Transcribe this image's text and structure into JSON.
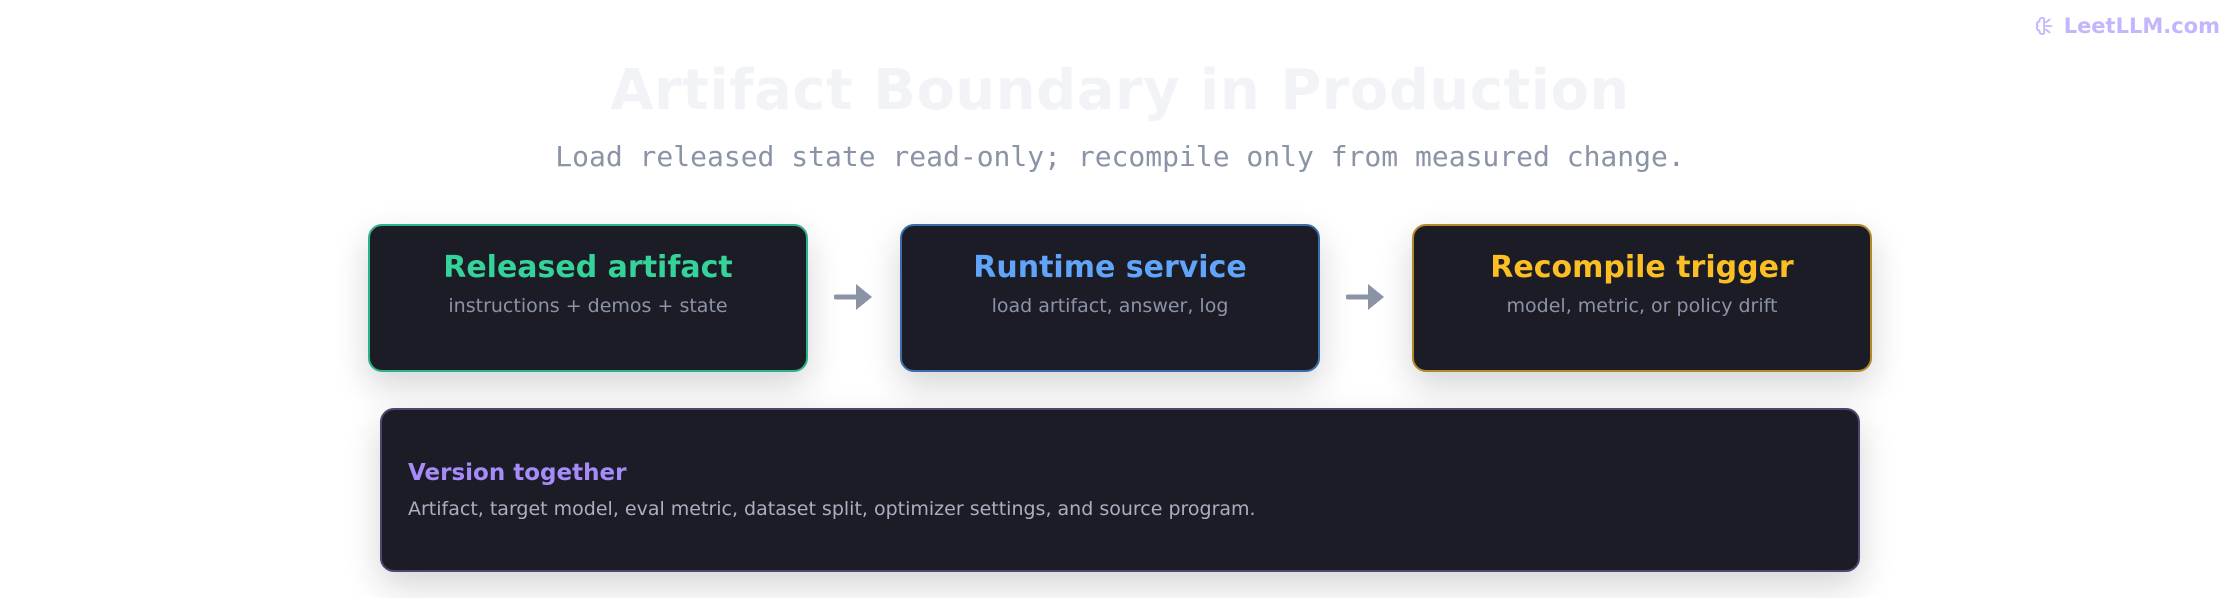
{
  "brand": {
    "name": "LeetLLM.com",
    "icon": "brain-icon",
    "color": "#c4b5fd"
  },
  "title": "Artifact Boundary in Production",
  "subtitle": "Load released state read-only; recompile only from measured change.",
  "flow": [
    {
      "title": "Released artifact",
      "description": "instructions + demos + state",
      "accent": "#34d399"
    },
    {
      "title": "Runtime service",
      "description": "load artifact, answer, log",
      "accent": "#60a5fa"
    },
    {
      "title": "Recompile trigger",
      "description": "model, metric, or policy drift",
      "accent": "#fbbf24"
    }
  ],
  "version": {
    "title": "Version together",
    "description": "Artifact, target model, eval metric, dataset split, optimizer settings, and source program.",
    "accent": "#a78bfa"
  }
}
